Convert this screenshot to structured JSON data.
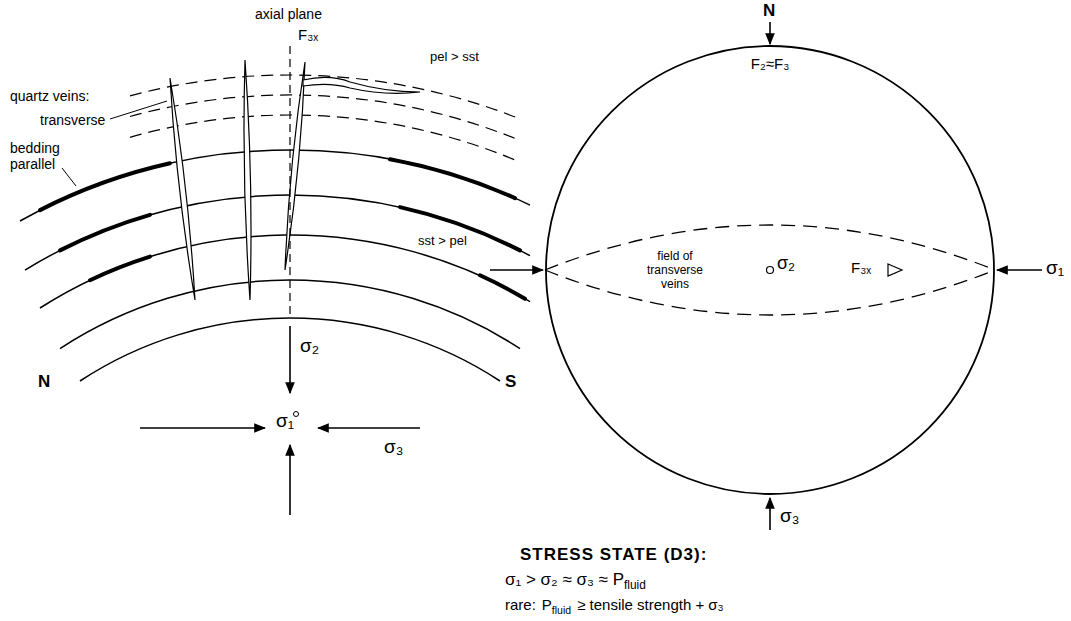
{
  "diagram": {
    "nodes": [
      {
        "text": [
          "F₂≈F₃"
        ]
      },
      {
        "text": [
          "field of transverse veins",
          "σ₂",
          "F₃ₓ"
        ],
        "in": 0
      }
    ],
    "labels": [
      "quartz veins:",
      "transverse",
      "bedding parallel",
      "axial plane",
      "F₃ₓ",
      "pel > sst",
      "sst > pel",
      "N",
      "S",
      "σ₂",
      "σ₁",
      "σ₃",
      "N",
      "σ₁",
      "σ₃",
      "STRESS STATE (D3):",
      "σ₁ > σ₂ ≈ σ₃ ≈ P",
      "fluid",
      "rare:",
      "P",
      "fluid",
      "≥ tensile strength + σ₃"
    ]
  }
}
